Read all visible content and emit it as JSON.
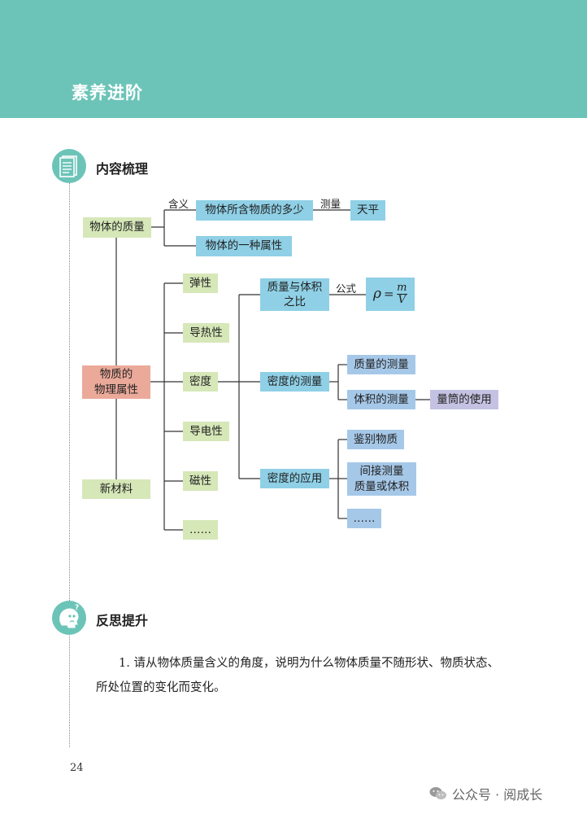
{
  "header": {
    "title": "素养进阶"
  },
  "section1": {
    "title": "内容梳理"
  },
  "section2": {
    "title": "反思提升"
  },
  "map": {
    "mass": "物体的质量",
    "meaning_label": "含义",
    "meaning": "物体所含物质的多少",
    "measure_label": "测量",
    "tool": "天平",
    "property": "物体的一种属性",
    "physical": "物质的\n物理属性",
    "new_material": "新材料",
    "elasticity": "弹性",
    "thermal": "导热性",
    "density": "密度",
    "conductivity": "导电性",
    "magnetism": "磁性",
    "etc1": "……",
    "ratio": "质量与体积\n之比",
    "formula_label": "公式",
    "formula_rho": "ρ",
    "formula_eq": "=",
    "formula_num": "m",
    "formula_den": "V",
    "measure_density": "密度的测量",
    "mass_measure": "质量的测量",
    "volume_measure": "体积的测量",
    "cylinder": "量筒的使用",
    "apply_density": "密度的应用",
    "identify": "鉴别物质",
    "indirect": "间接测量\n质量或体积",
    "etc2": "……"
  },
  "question": "1. 请从物体质量含义的角度，说明为什么物体质量不随形状、物质状态、所处位置的变化而变化。",
  "page_number": "24",
  "watermark": {
    "text": "公众号 · 阅成长"
  },
  "colors": {
    "teal": "#6cc4b8",
    "green": "#d6e7b8",
    "blue": "#8fd0e6",
    "light_blue": "#a6c8e8",
    "pink": "#eba99a",
    "lavender": "#c4c2e2"
  }
}
